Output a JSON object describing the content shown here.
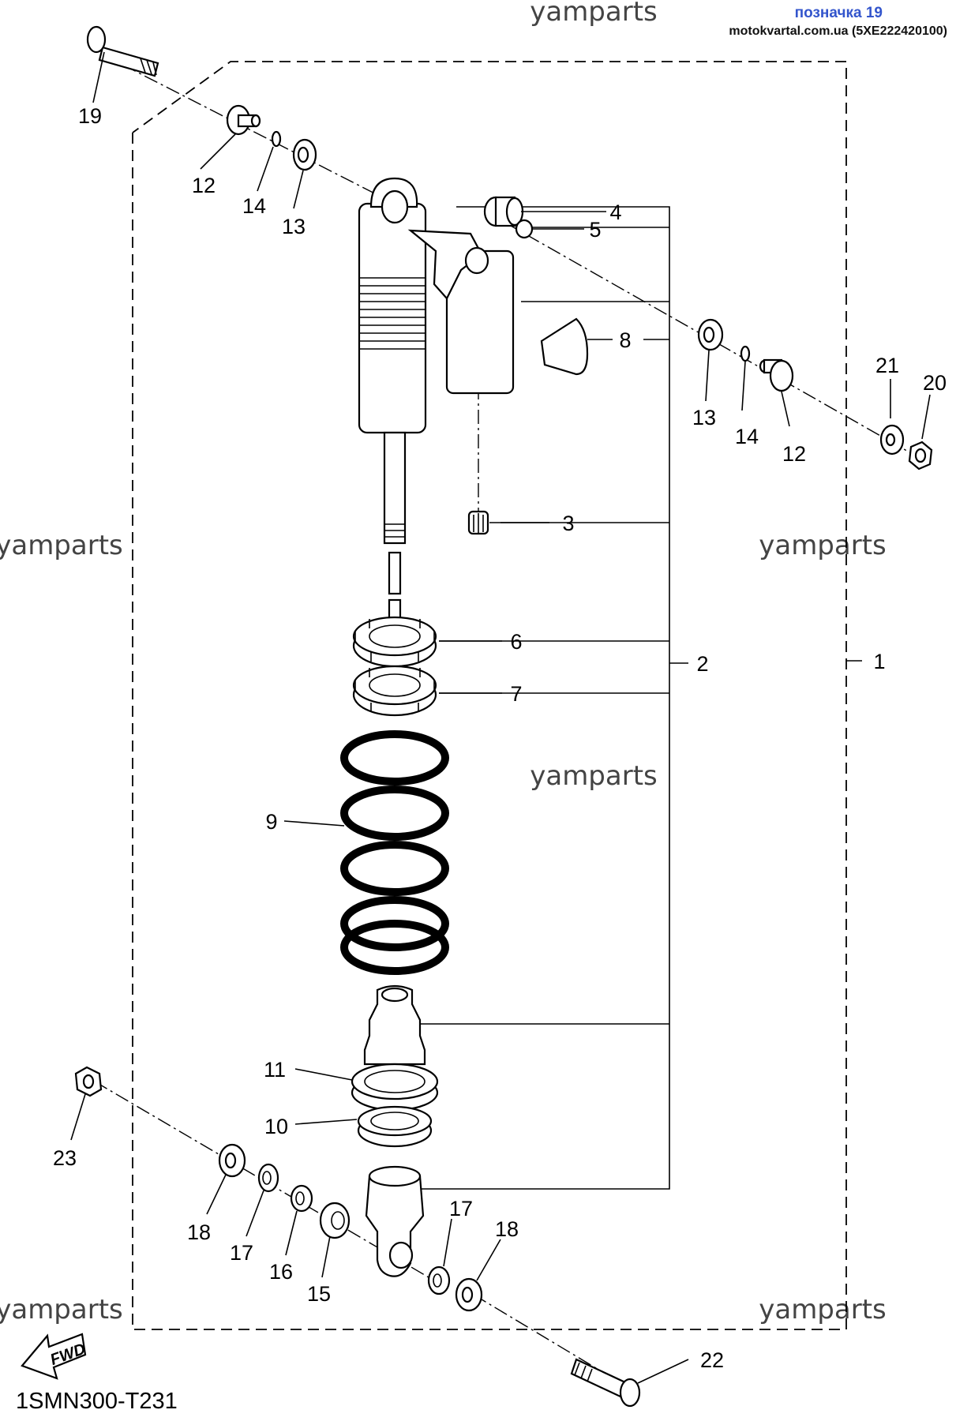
{
  "header": {
    "link_text": "позначка 19",
    "site_text": "motokvartal.com.ua (5XE222420100)"
  },
  "watermarks": [
    "yamparts",
    "yamparts",
    "yamparts",
    "yamparts",
    "yamparts",
    "yamparts"
  ],
  "diagram_code": "1SMN300-T231",
  "fwd_label": "FWD",
  "callouts": [
    {
      "id": "c19",
      "text": "19"
    },
    {
      "id": "c12a",
      "text": "12"
    },
    {
      "id": "c14a",
      "text": "14"
    },
    {
      "id": "c13a",
      "text": "13"
    },
    {
      "id": "c4",
      "text": "4"
    },
    {
      "id": "c5",
      "text": "5"
    },
    {
      "id": "c8",
      "text": "8"
    },
    {
      "id": "c13b",
      "text": "13"
    },
    {
      "id": "c14b",
      "text": "14"
    },
    {
      "id": "c12b",
      "text": "12"
    },
    {
      "id": "c21",
      "text": "21"
    },
    {
      "id": "c20",
      "text": "20"
    },
    {
      "id": "c3",
      "text": "3"
    },
    {
      "id": "c6",
      "text": "6"
    },
    {
      "id": "c2",
      "text": "2"
    },
    {
      "id": "c1",
      "text": "1"
    },
    {
      "id": "c7",
      "text": "7"
    },
    {
      "id": "c9",
      "text": "9"
    },
    {
      "id": "c11",
      "text": "11"
    },
    {
      "id": "c10",
      "text": "10"
    },
    {
      "id": "c23",
      "text": "23"
    },
    {
      "id": "c18a",
      "text": "18"
    },
    {
      "id": "c17a",
      "text": "17"
    },
    {
      "id": "c16",
      "text": "16"
    },
    {
      "id": "c15",
      "text": "15"
    },
    {
      "id": "c17b",
      "text": "17"
    },
    {
      "id": "c18b",
      "text": "18"
    },
    {
      "id": "c22",
      "text": "22"
    }
  ]
}
